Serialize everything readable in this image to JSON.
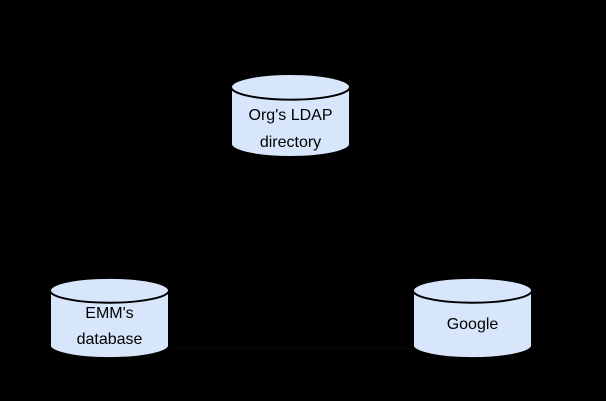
{
  "diagram": {
    "type": "architecture-diagram",
    "background_color": "#000000",
    "node_fill_color": "#d8e6fb",
    "node_outline_color": "#000000",
    "label_color": "#000000",
    "connector_color": "#0a0a0a",
    "nodes": [
      {
        "id": "org-ldap-directory",
        "shape": "cylinder",
        "label_lines": [
          "Org's LDAP",
          "directory"
        ]
      },
      {
        "id": "emm-database",
        "shape": "cylinder",
        "label_lines": [
          "EMM's",
          "database"
        ]
      },
      {
        "id": "google",
        "shape": "cylinder",
        "label_lines": [
          "Google"
        ]
      }
    ],
    "edges": [
      {
        "from": "emm-database",
        "to": "google",
        "style": "faint-hairline"
      }
    ]
  }
}
